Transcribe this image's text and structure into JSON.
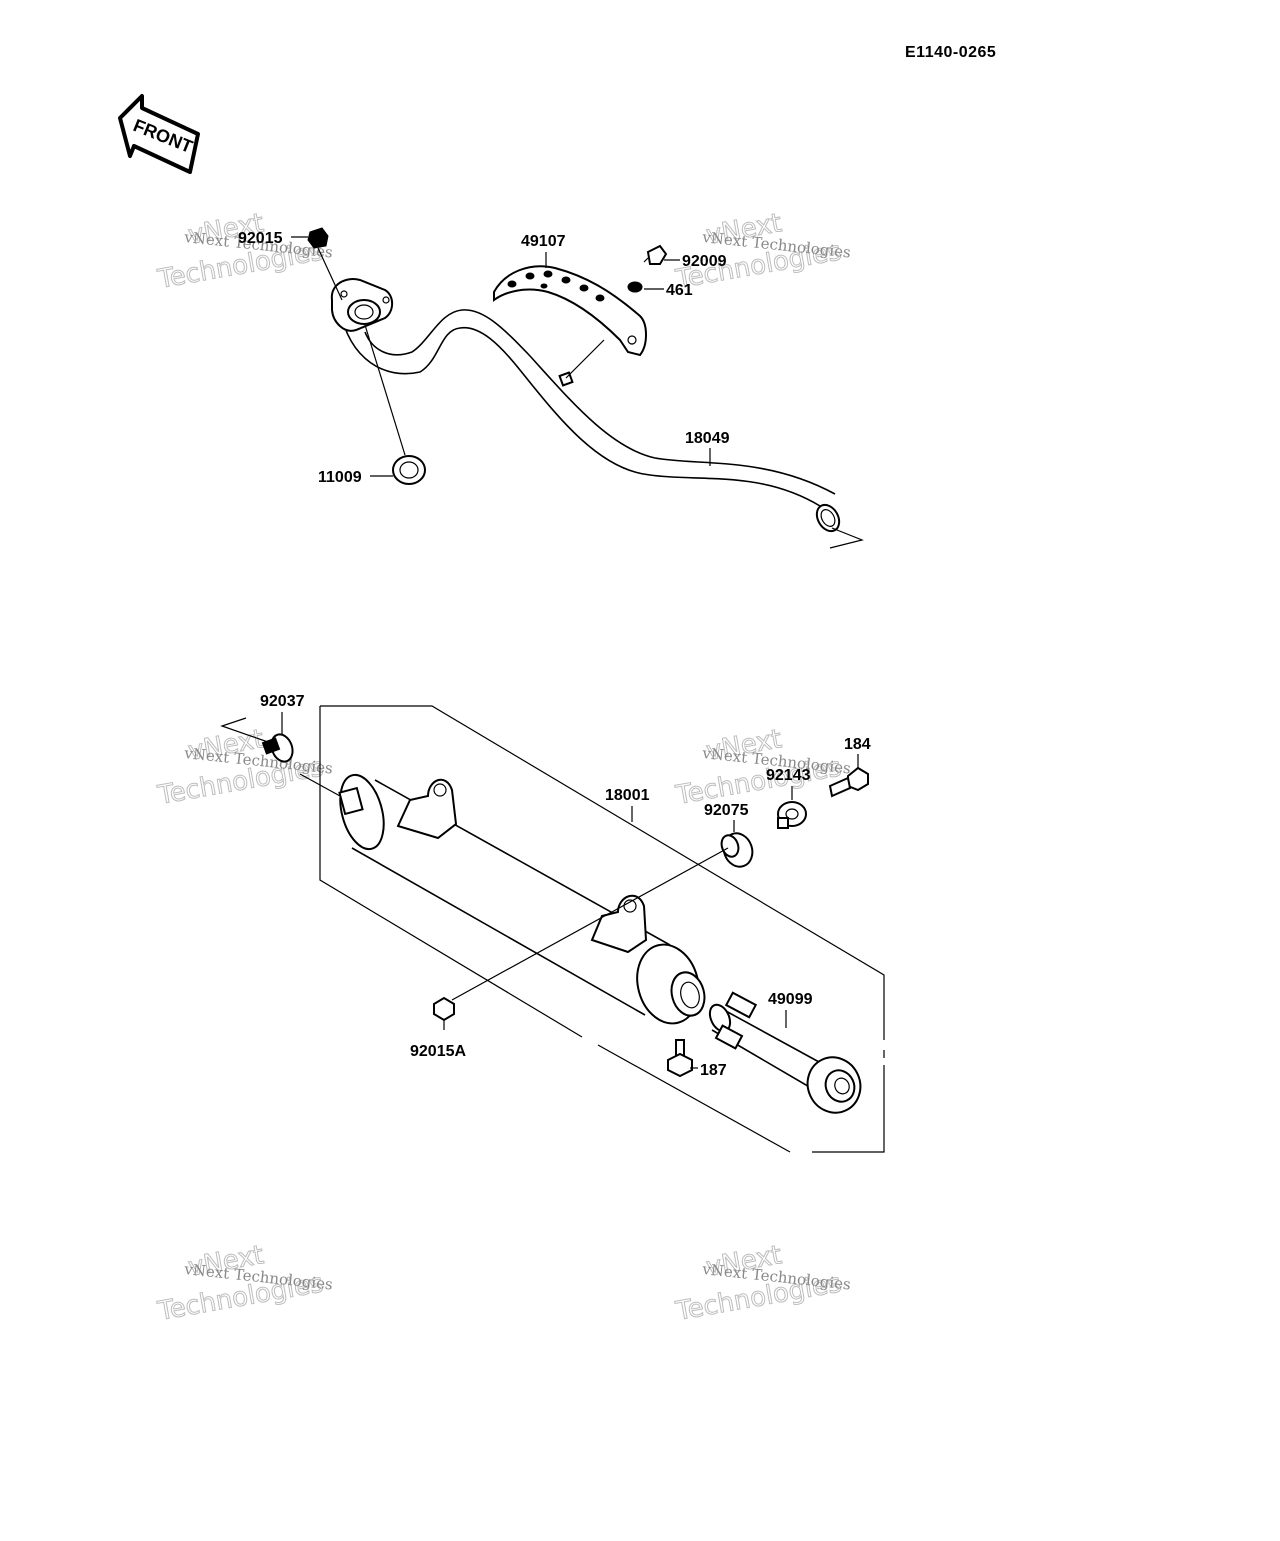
{
  "reference_code": "E1140-0265",
  "front_label": "FRONT",
  "watermark": {
    "small": "vNext Technologies",
    "big_top": "vNext",
    "big_bottom": "Technologies"
  },
  "parts": {
    "p92015": "92015",
    "p49107": "49107",
    "p92009": "92009",
    "p461": "461",
    "p18049": "18049",
    "p11009": "11009",
    "p92037": "92037",
    "p18001": "18001",
    "p184": "184",
    "p92143": "92143",
    "p92075": "92075",
    "p49099": "49099",
    "p92015A": "92015A",
    "p187": "187"
  }
}
